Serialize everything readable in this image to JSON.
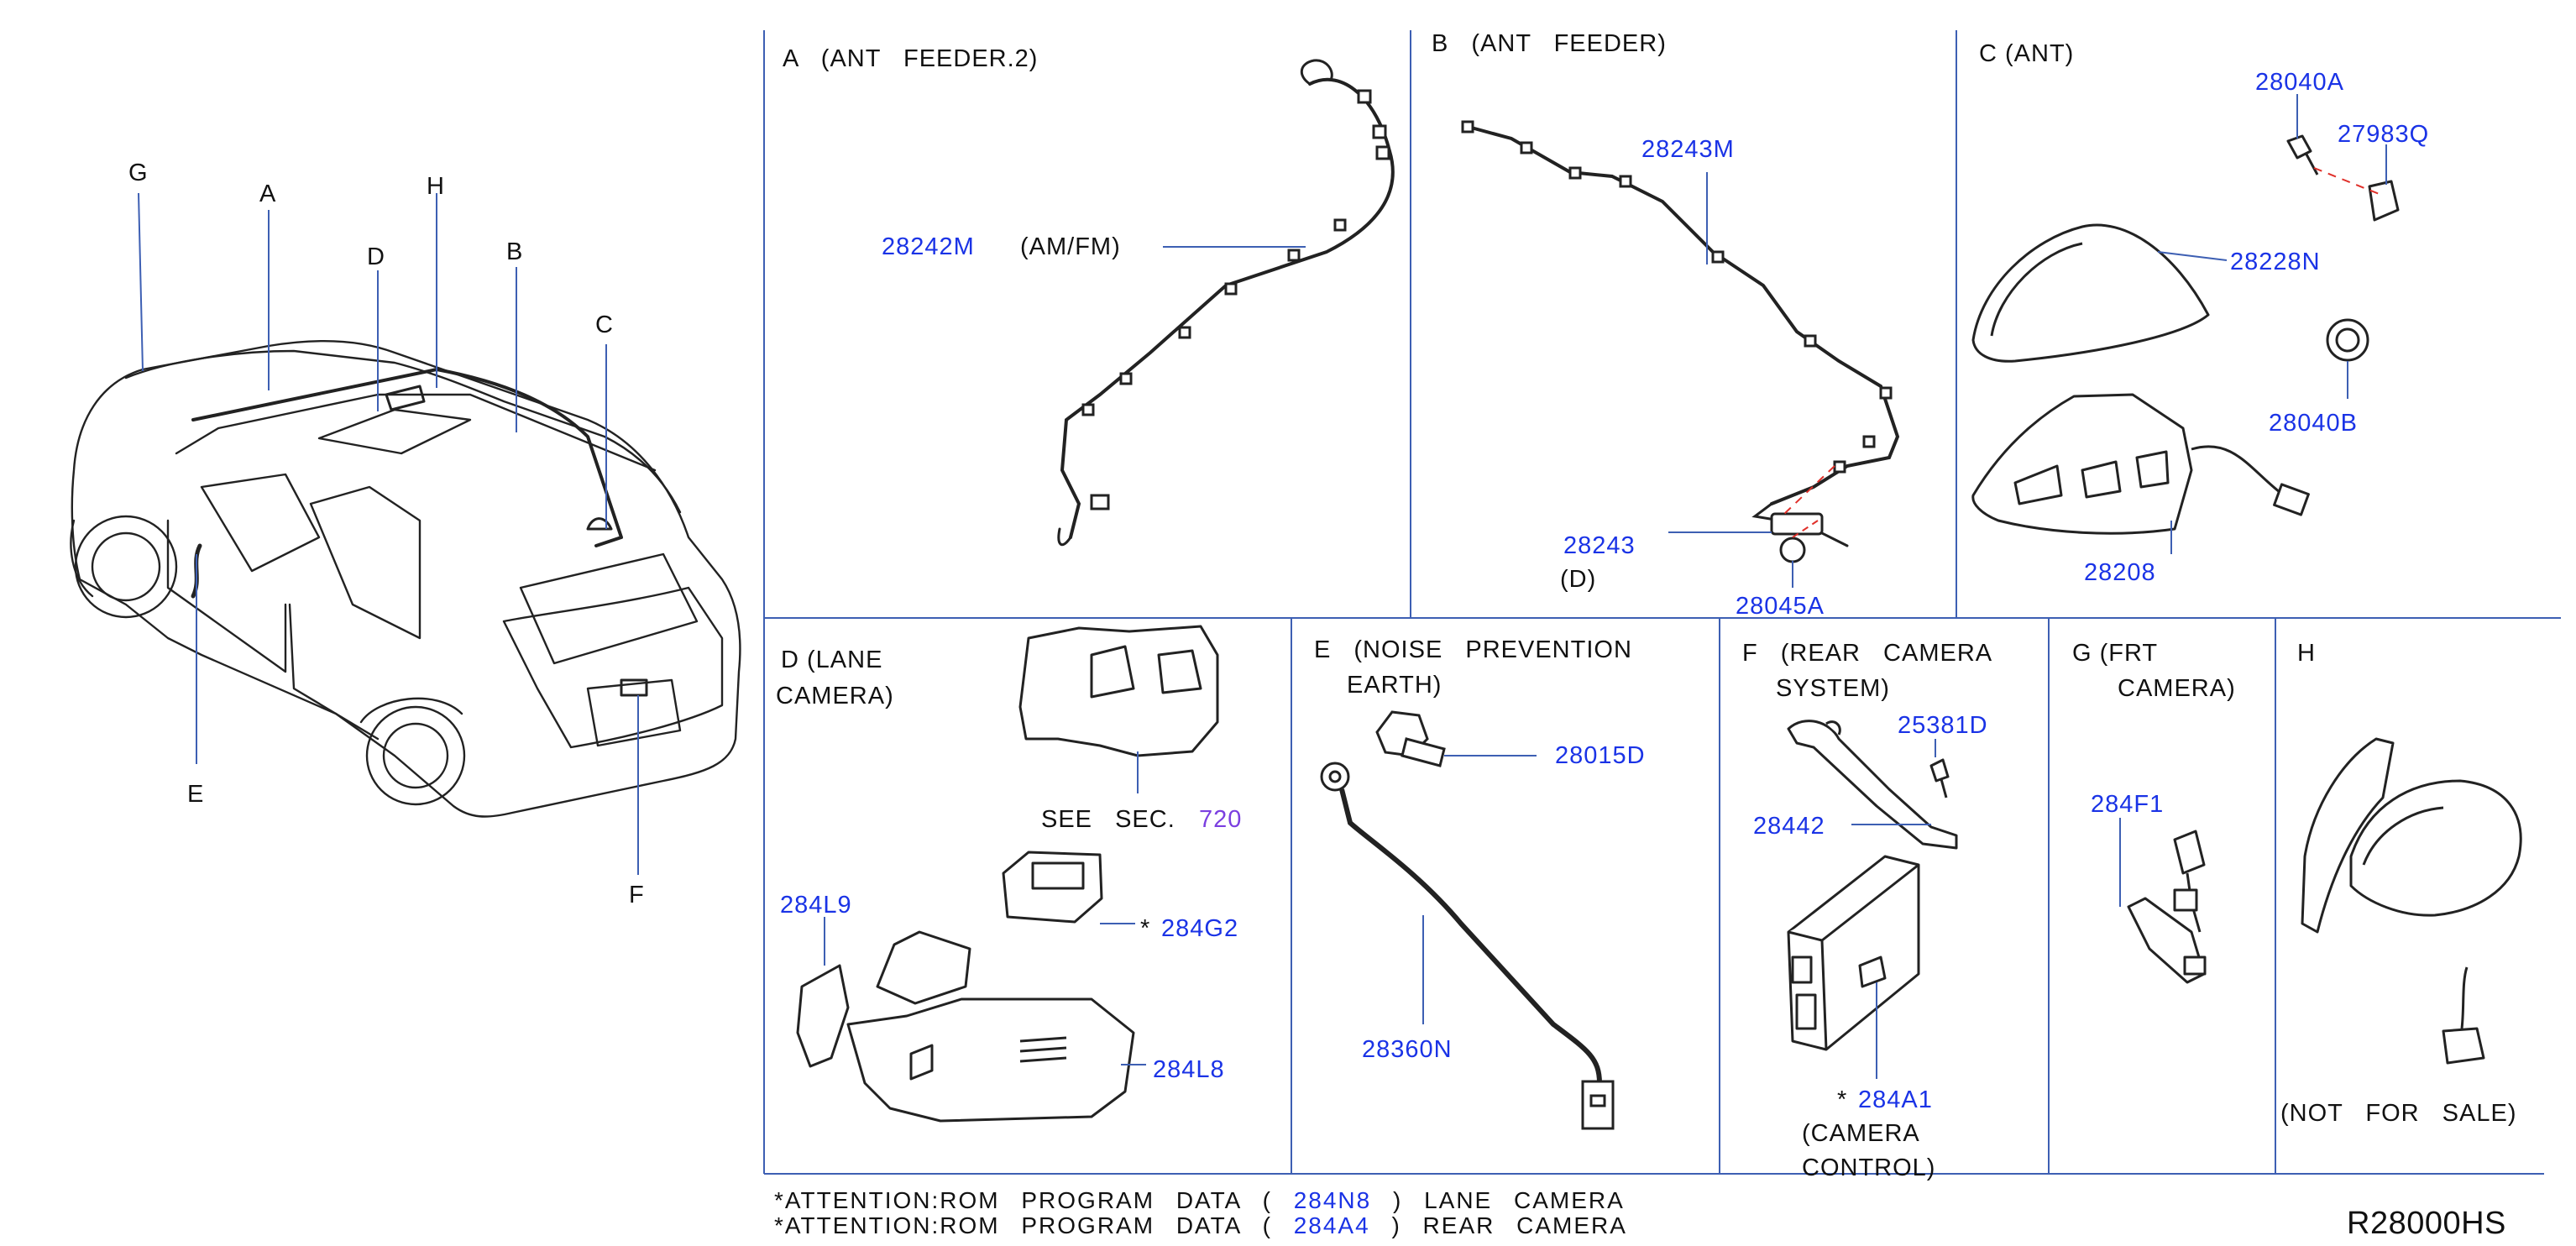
{
  "vehicle_callouts": {
    "G": "G",
    "A": "A",
    "H": "H",
    "D": "D",
    "B": "B",
    "C": "C",
    "E": "E",
    "F": "F"
  },
  "panels": {
    "A": {
      "title": "A (ANT FEEDER.2)",
      "part": "28242M",
      "note": "(AM/FM)"
    },
    "B": {
      "title": "B (ANT FEEDER)",
      "parts": [
        "28243M",
        "28243",
        "28045A"
      ],
      "note": "(D)"
    },
    "C": {
      "title": "C (ANT)",
      "parts": [
        "28040A",
        "27983Q",
        "28228N",
        "28040B",
        "28208"
      ]
    },
    "D": {
      "title_line1": "D (LANE",
      "title_line2": "CAMERA)",
      "see_sec": "SEE SEC.",
      "sec_num": "720",
      "parts": [
        "284L9",
        "284G2",
        "284L8"
      ],
      "star": "*"
    },
    "E": {
      "title_line1": "E (NOISE PREVENTION",
      "title_line2": "EARTH)",
      "parts": [
        "28015D",
        "28360N"
      ]
    },
    "F": {
      "title_line1": "F (REAR CAMERA",
      "title_line2": "SYSTEM)",
      "parts": [
        "25381D",
        "28442",
        "284A1"
      ],
      "star": "*",
      "note_line1": "(CAMERA",
      "note_line2": "CONTROL)"
    },
    "G": {
      "title_line1": "G (FRT",
      "title_line2": "CAMERA)",
      "part": "284F1"
    },
    "H": {
      "title": "H",
      "note": "(NOT FOR SALE)"
    }
  },
  "attention": [
    {
      "prefix": "*ATTENTION:ROM PROGRAM DATA (",
      "part": "284N8",
      "suffix": ") LANE CAMERA"
    },
    {
      "prefix": "*ATTENTION:ROM PROGRAM DATA (",
      "part": "284A4",
      "suffix": ") REAR CAMERA"
    }
  ],
  "diagram_ref": "R28000HS",
  "colors": {
    "part_number": "#1a33e6",
    "section_ref": "#7b3fe0",
    "frame": "#3d5fb3",
    "dashed_leader": "#e0302a"
  }
}
